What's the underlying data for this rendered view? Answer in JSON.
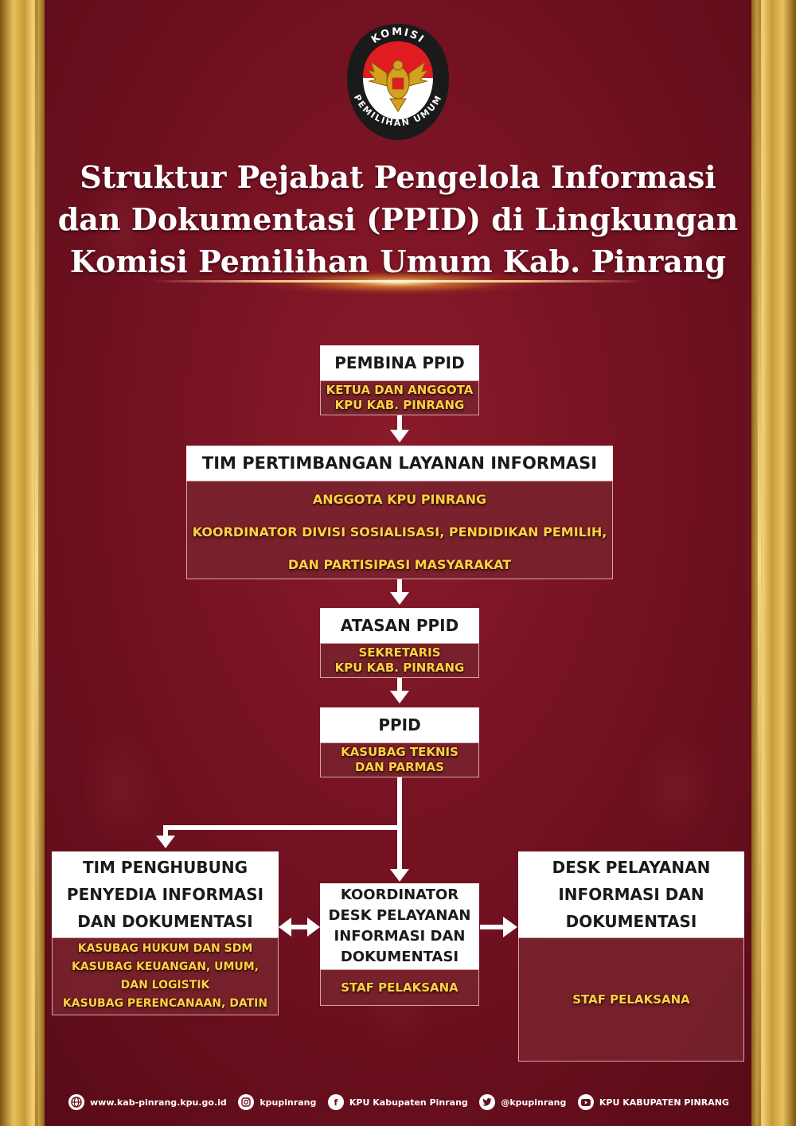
{
  "logo": {
    "top_text": "KOMISI",
    "bottom_text": "PEMILIHAN UMUM",
    "emblem": "garuda-emblem"
  },
  "title": "Struktur Pejabat Pengelola Informasi\ndan Dokumentasi (PPID) di Lingkungan\nKomisi Pemilihan Umum Kab. Pinrang",
  "nodes": {
    "pembina": {
      "title": "PEMBINA PPID",
      "lines": [
        "KETUA DAN ANGGOTA",
        "KPU KAB. PINRANG"
      ]
    },
    "tim_pertimbangan": {
      "title": "TIM PERTIMBANGAN LAYANAN INFORMASI",
      "lines": [
        "ANGGOTA KPU PINRANG",
        "KOORDINATOR DIVISI SOSIALISASI, PENDIDIKAN PEMILIH,",
        "DAN PARTISIPASI MASYARAKAT"
      ]
    },
    "atasan": {
      "title": "ATASAN PPID",
      "lines": [
        "SEKRETARIS",
        "KPU KAB. PINRANG"
      ]
    },
    "ppid": {
      "title": "PPID",
      "lines": [
        "KASUBAG TEKNIS",
        "DAN PARMAS"
      ]
    },
    "tim_penghubung": {
      "title_lines": [
        "TIM PENGHUBUNG",
        "PENYEDIA INFORMASI",
        "DAN DOKUMENTASI"
      ],
      "lines": [
        "KASUBAG HUKUM DAN SDM",
        "KASUBAG KEUANGAN, UMUM,",
        "DAN LOGISTIK",
        "KASUBAG PERENCANAAN, DATIN"
      ]
    },
    "koordinator": {
      "title_lines": [
        "KOORDINATOR",
        "DESK PELAYANAN",
        "INFORMASI DAN",
        "DOKUMENTASI"
      ],
      "lines": [
        "STAF PELAKSANA"
      ]
    },
    "desk": {
      "title_lines": [
        "DESK PELAYANAN",
        "INFORMASI DAN",
        "DOKUMENTASI"
      ],
      "lines": [
        "STAF PELAKSANA"
      ]
    }
  },
  "footer": [
    {
      "icon": "globe-icon",
      "text": "www.kab-pinrang.kpu.go.id"
    },
    {
      "icon": "instagram-icon",
      "text": "kpupinrang"
    },
    {
      "icon": "facebook-icon",
      "text": "KPU Kabupaten Pinrang"
    },
    {
      "icon": "twitter-icon",
      "text": "@kpupinrang"
    },
    {
      "icon": "youtube-icon",
      "text": "KPU KABUPATEN PINRANG"
    }
  ],
  "colors": {
    "background": "#6a0f1c",
    "frame_gold": "#e8c060",
    "label_gold": "#ffd04a",
    "head_bg": "#ffffff"
  }
}
